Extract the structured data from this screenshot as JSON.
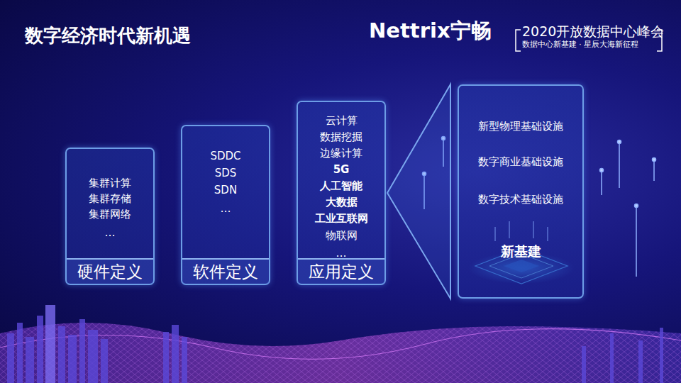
{
  "diagram": {
    "title": "数字经济时代新机遇",
    "nodes": [
      {
        "text": [
          "集群计算",
          "集群存储",
          "集群网络",
          "…",
          "硬件定义"
        ]
      },
      {
        "text": [
          "SDDC",
          "SDS",
          "SDN",
          "…",
          "软件定义"
        ]
      },
      {
        "text": [
          "云计算",
          "数据挖掘",
          "边缘计算",
          "5G",
          "人工智能",
          "大数据",
          "工业互联网",
          "物联网",
          "…",
          "应用定义"
        ]
      },
      {
        "text": [
          "新型物理基础设施",
          "数字商业基础设施",
          "数字技术基础设施",
          "新基建"
        ]
      }
    ],
    "edges": [
      {
        "from": 2,
        "to": 3,
        "arrow": "none"
      }
    ],
    "labels": [
      "Nettrix宁畅",
      "2020开放数据中心峰会",
      "数据中心新基建 · 星辰大海新征程"
    ]
  }
}
